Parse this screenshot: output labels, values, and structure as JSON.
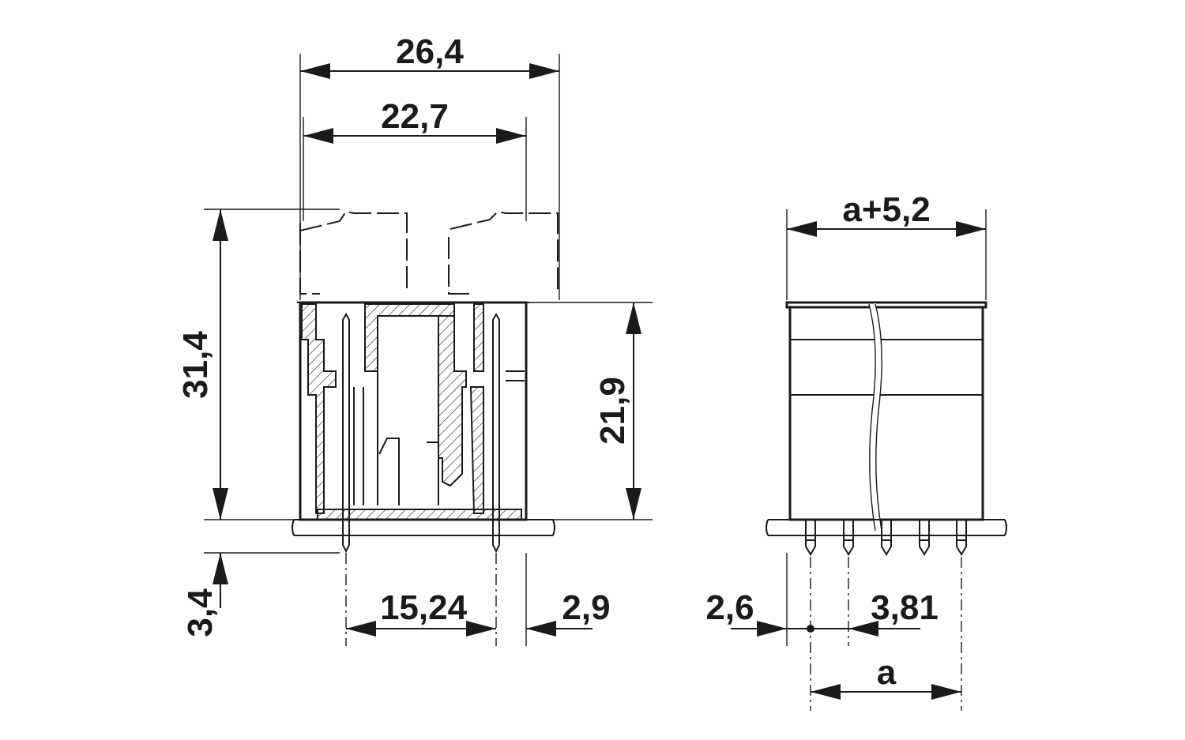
{
  "dimensions": {
    "overall_width": "26,4",
    "housing_width": "22,7",
    "total_height": "31,4",
    "housing_height": "21,9",
    "pin_length": "3,4",
    "pin_spacing": "15,24",
    "right_offset": "2,9",
    "side_total_width": "a+5,2",
    "side_left_offset": "2,6",
    "side_pitch": "3,81",
    "side_pin_span": "a"
  }
}
